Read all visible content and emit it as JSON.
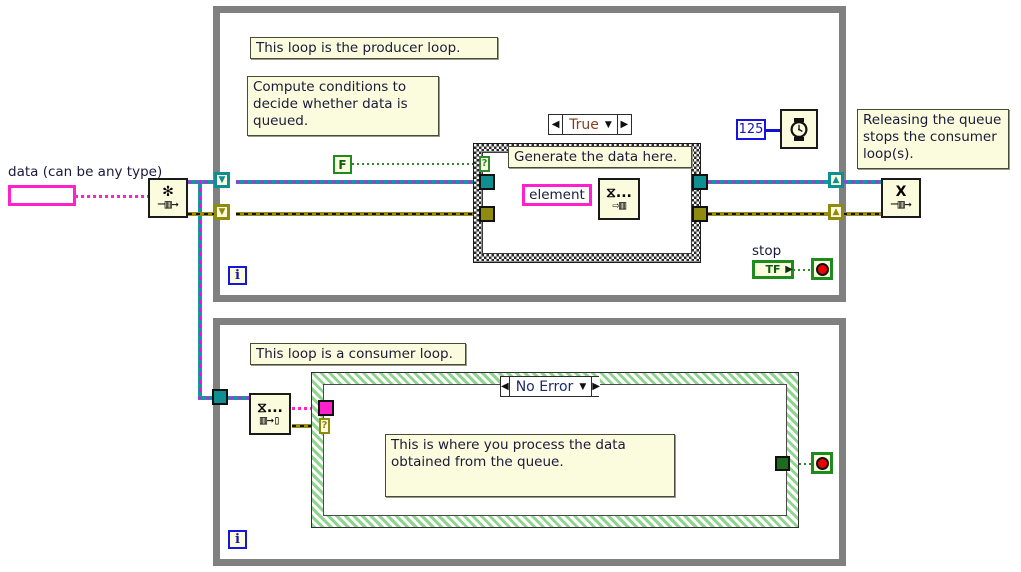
{
  "diagram": {
    "title": "LabVIEW Producer/Consumer (Data) Block Diagram",
    "background_color": "#ffffff"
  },
  "colors": {
    "loop_border": "#808080",
    "comment_bg": "#fbfbdd",
    "queue_wire": "#119a9a",
    "error_wire": "#9a8c15",
    "variant_wire": "#ff22cc",
    "boolean_wire": "#2d8b2d",
    "numeric_wire": "#1515e0",
    "true_case_text": "#8a3b1e",
    "noerror_case_text": "#1d2a6b",
    "stop_red": "#ee0000"
  },
  "controls": {
    "data": {
      "label": "data (can be any type)",
      "value": "",
      "icon": "variant-control-terminal"
    },
    "element": {
      "label": "element",
      "icon": "variant-control-terminal"
    },
    "stop": {
      "label": "stop",
      "terminal_text": "TF",
      "icon": "boolean-terminal"
    }
  },
  "constants": {
    "false_constant": {
      "value": "F",
      "icon": "boolean-constant"
    },
    "wait_ms": {
      "value": "125",
      "icon": "numeric-constant"
    }
  },
  "vis": {
    "obtain_queue": {
      "name": "Obtain Queue",
      "glyph_top": "✻",
      "glyph_bottom": "─▥→"
    },
    "enqueue_element": {
      "name": "Enqueue Element",
      "glyph_top": "⧖...",
      "glyph_bottom": "⇨▥"
    },
    "dequeue_element": {
      "name": "Dequeue Element",
      "glyph_top": "⧖...",
      "glyph_bottom": "▥→▯"
    },
    "release_queue": {
      "name": "Release Queue",
      "glyph_top": "X",
      "glyph_bottom": "─▥→"
    },
    "wait_ms_vi": {
      "name": "Wait (ms)",
      "glyph": "watch-icon"
    }
  },
  "producer_loop": {
    "name": "producer-while-loop",
    "iteration_label": "i",
    "comments": [
      {
        "id": "producer-title",
        "text": "This loop is the producer loop."
      },
      {
        "id": "producer-conditions",
        "text": "Compute conditions to\ndecide whether data is\nqueued."
      }
    ],
    "case_structure": {
      "name": "true-false-case-structure",
      "selected_case": "True",
      "selector_left_arrow": "◀",
      "selector_right_arrow": "▶",
      "selector_caret": "▼",
      "comment": "Generate the data here."
    },
    "stop_section": {
      "label": "stop",
      "terminal_text": "TF"
    }
  },
  "consumer_loop": {
    "name": "consumer-while-loop",
    "iteration_label": "i",
    "comments": [
      {
        "id": "consumer-title",
        "text": "This loop is a consumer loop."
      },
      {
        "id": "consumer-process",
        "text": "This is where you process the data\nobtained from the queue."
      }
    ],
    "case_structure": {
      "name": "error-case-structure",
      "selected_case": "No Error",
      "selector_left_arrow": "◀",
      "selector_right_arrow": "▶",
      "selector_caret": "▼"
    }
  },
  "annotations": {
    "release_note": "Releasing the queue\nstops the consumer\nloop(s)."
  },
  "glyphs": {
    "left_arrow": "◀",
    "right_arrow": "▶",
    "down_caret": "▼",
    "sr_down": "▼",
    "sr_up": "▲",
    "question": "?"
  }
}
